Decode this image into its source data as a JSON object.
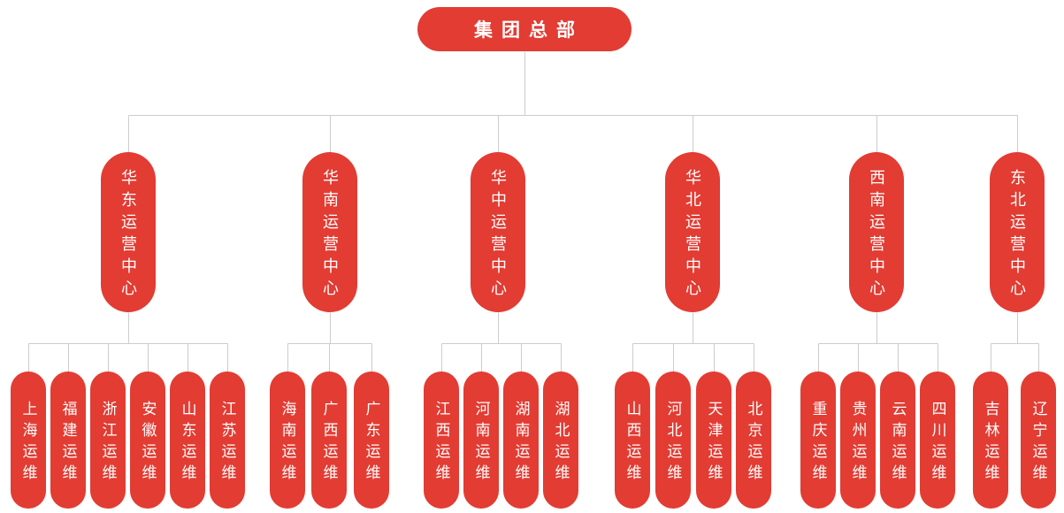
{
  "colors": {
    "node": "#e23c33",
    "text": "#ffffff",
    "connector": "#cccccc",
    "background": "#ffffff"
  },
  "tree": {
    "root": "集团总部",
    "branches": [
      {
        "label": "华东运营中心",
        "children": [
          "上海运维",
          "福建运维",
          "浙江运维",
          "安徽运维",
          "山东运维",
          "江苏运维"
        ]
      },
      {
        "label": "华南运营中心",
        "children": [
          "海南运维",
          "广西运维",
          "广东运维"
        ]
      },
      {
        "label": "华中运营中心",
        "children": [
          "江西运维",
          "河南运维",
          "湖南运维",
          "湖北运维"
        ]
      },
      {
        "label": "华北运营中心",
        "children": [
          "山西运维",
          "河北运维",
          "天津运维",
          "北京运维"
        ]
      },
      {
        "label": "西南运营中心",
        "children": [
          "重庆运维",
          "贵州运维",
          "云南运维",
          "四川运维"
        ]
      },
      {
        "label": "东北运营中心",
        "children": [
          "吉林运维",
          "辽宁运维"
        ]
      }
    ]
  }
}
